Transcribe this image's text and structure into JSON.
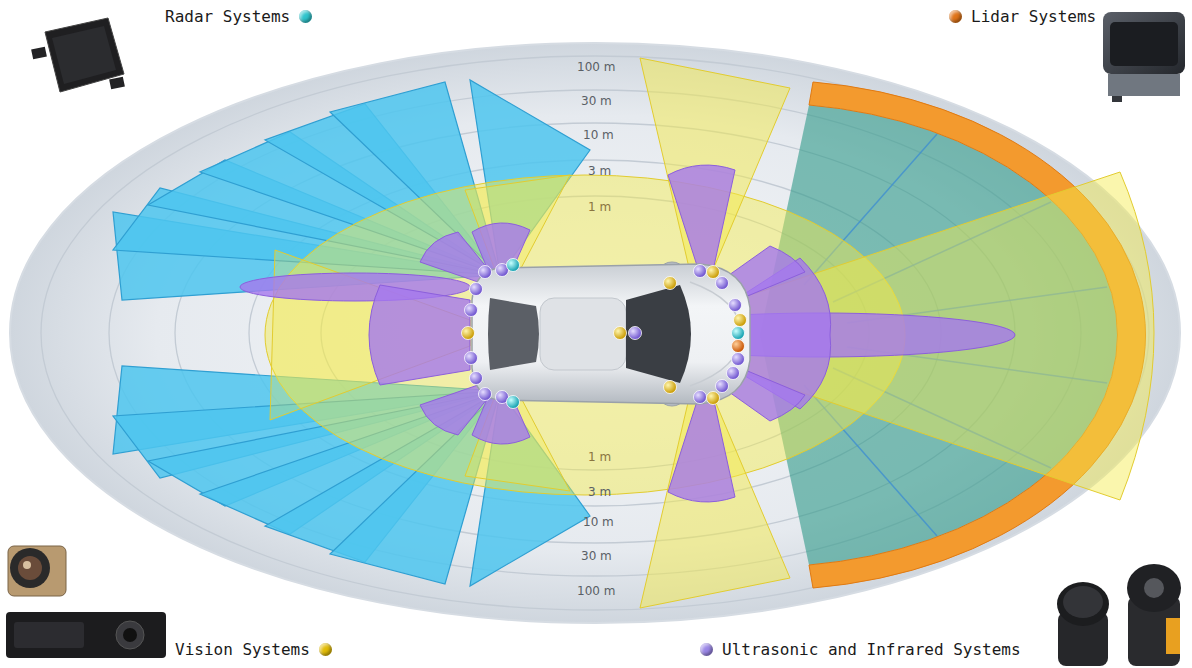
{
  "diagram": {
    "labels": [
      "100 m",
      "30 m",
      "10 m",
      "3 m",
      "1 m",
      "1 m",
      "3 m",
      "10 m",
      "30 m",
      "100 m"
    ],
    "legend": [
      {
        "text": "Radar Systems",
        "color": "#2fc4cc"
      },
      {
        "text": "Lidar Systems",
        "color": "#e07418"
      },
      {
        "text": "Vision Systems",
        "color": "#e2bc08"
      },
      {
        "text": "Ultrasonic and Infrared Systems",
        "color": "#9a86e6"
      }
    ]
  }
}
